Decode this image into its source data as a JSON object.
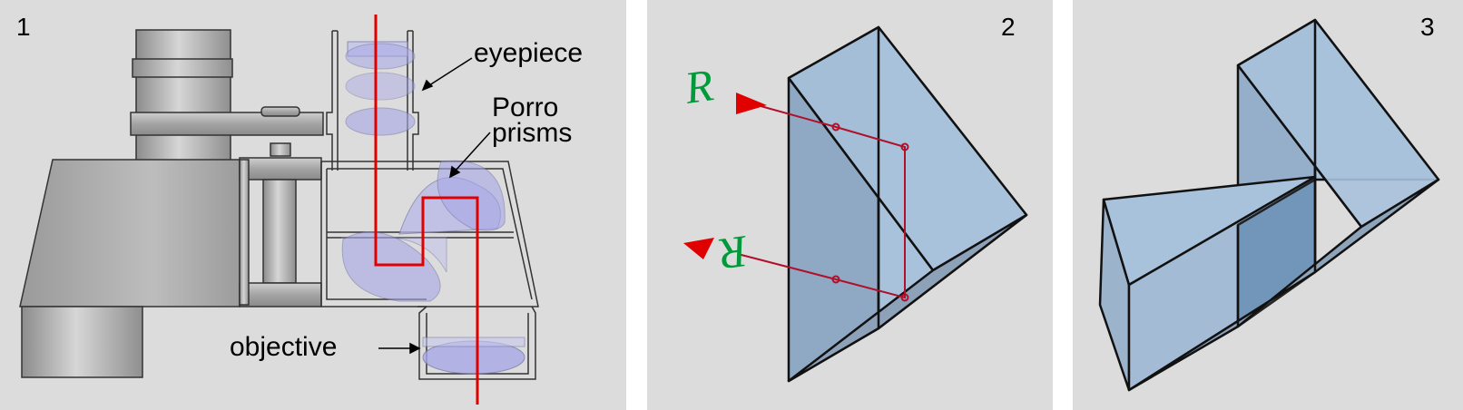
{
  "panels": [
    {
      "number": "1"
    },
    {
      "number": "2"
    },
    {
      "number": "3"
    }
  ],
  "labels": {
    "eyepiece": "eyepiece",
    "porro_line1": "Porro",
    "porro_line2": "prisms",
    "objective": "objective",
    "glyph": "R"
  },
  "colors": {
    "background": "#dcdcdc",
    "prism_fill": "#a9c2dc",
    "lens_fill": "#a8a8e8",
    "light_path": "#e00000",
    "letter": "#009a3a",
    "metal": "#a8a8a8"
  }
}
